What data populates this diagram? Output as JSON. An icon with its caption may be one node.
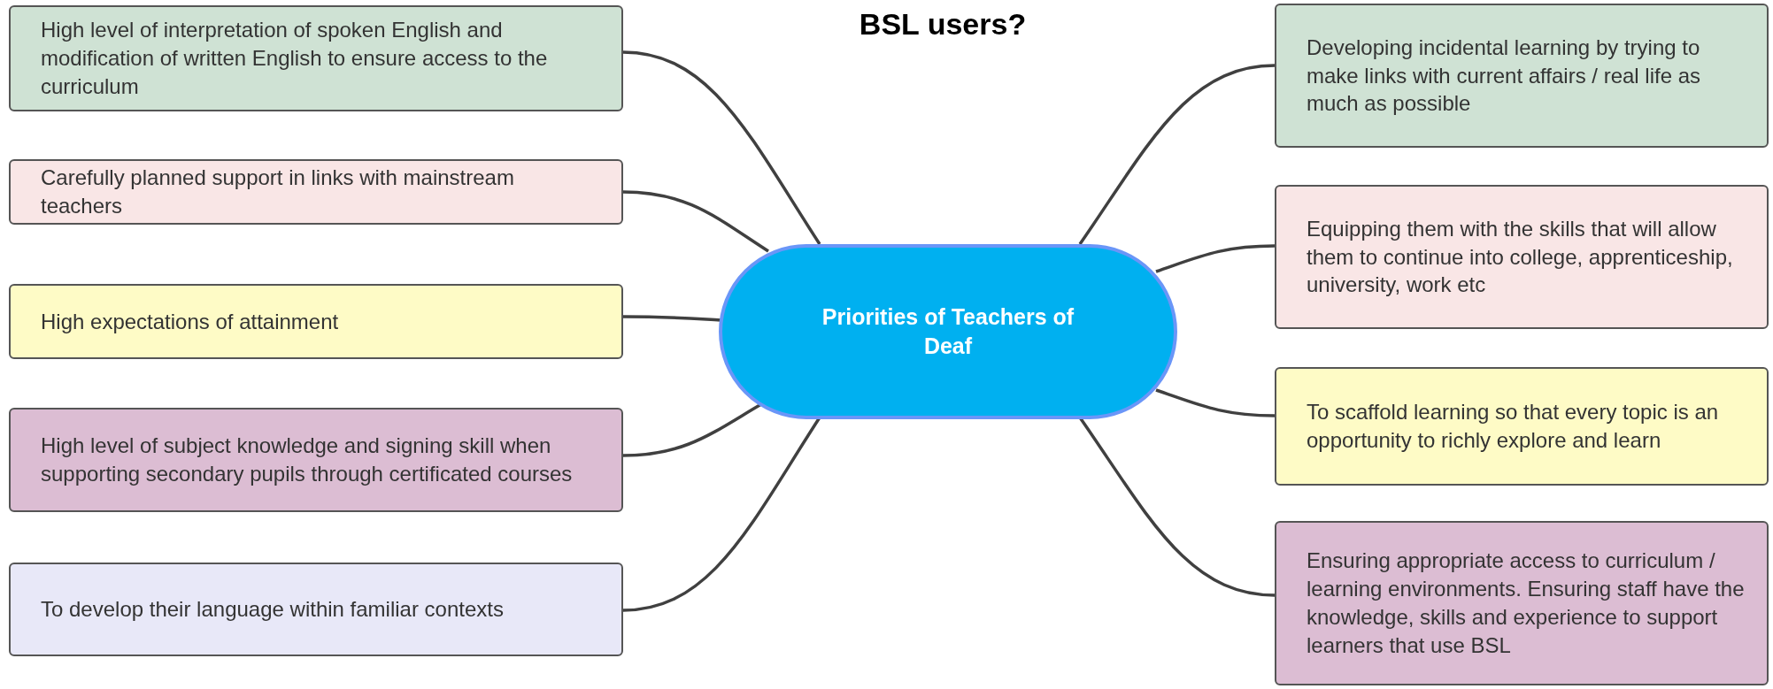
{
  "diagram": {
    "title": "BSL users?",
    "nodes": [
      {
        "text": [
          "Priorities of Teachers of Deaf"
        ]
      },
      {
        "text": [
          "High level of interpretation of spoken English and modification of written English to ensure access to the curriculum"
        ]
      },
      {
        "text": [
          "Carefully planned support in links with mainstream teachers"
        ]
      },
      {
        "text": [
          "High expectations of attainment"
        ]
      },
      {
        "text": [
          "High level of subject knowledge and signing skill when supporting secondary pupils through certificated courses"
        ]
      },
      {
        "text": [
          "To develop their language within familiar contexts"
        ]
      },
      {
        "text": [
          "Developing incidental learning by trying to make links with current affairs / real life as much as possible"
        ]
      },
      {
        "text": [
          "Equipping them with the skills that will allow them to continue into college, apprenticeship, university, work etc"
        ]
      },
      {
        "text": [
          "To scaffold learning so that every topic is an opportunity to richly explore and learn"
        ]
      },
      {
        "text": [
          "Ensuring appropriate access to curriculum / learning environments. Ensuring staff have the knowledge, skills and experience to support learners that use BSL"
        ]
      }
    ],
    "edges": [
      {
        "from": 0,
        "to": 1,
        "arrow": "none"
      },
      {
        "from": 0,
        "to": 2,
        "arrow": "none"
      },
      {
        "from": 0,
        "to": 3,
        "arrow": "none"
      },
      {
        "from": 0,
        "to": 4,
        "arrow": "none"
      },
      {
        "from": 0,
        "to": 5,
        "arrow": "none"
      },
      {
        "from": 0,
        "to": 6,
        "arrow": "none"
      },
      {
        "from": 0,
        "to": 7,
        "arrow": "none"
      },
      {
        "from": 0,
        "to": 8,
        "arrow": "none"
      },
      {
        "from": 0,
        "to": 9,
        "arrow": "none"
      }
    ]
  }
}
